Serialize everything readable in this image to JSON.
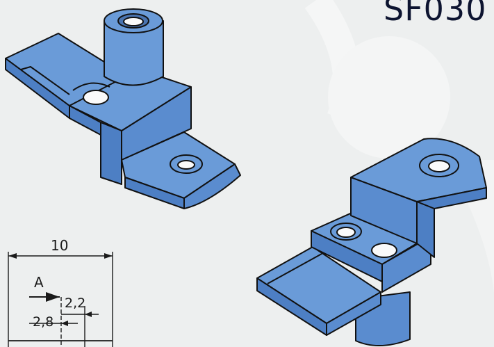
{
  "product": {
    "code_visible": "SF030"
  },
  "drawing": {
    "dim_overall": "10",
    "view_label": "A",
    "dim_small_1": "2,2",
    "dim_small_2": "2,8"
  },
  "colors": {
    "part_fill": "#6a9bd8",
    "outline": "#101010",
    "background": "#edefef"
  }
}
